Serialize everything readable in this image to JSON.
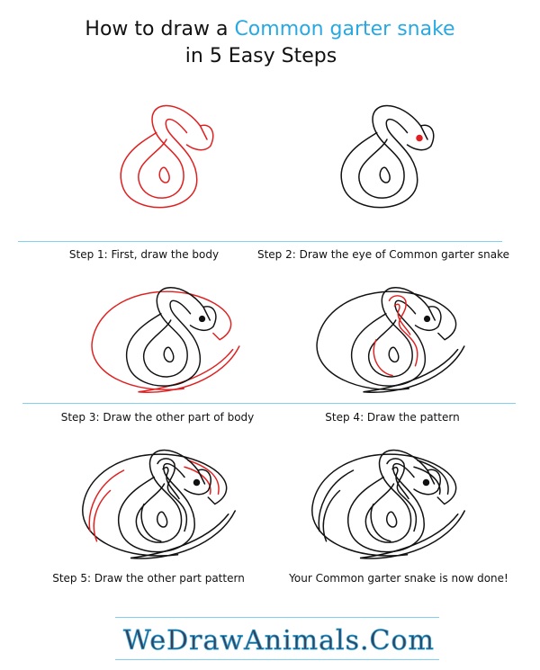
{
  "title": {
    "prefix": "How to draw a ",
    "animal": "Common garter snake",
    "line2": "in 5 Easy Steps"
  },
  "steps": [
    {
      "caption": "Step 1: First, draw the body"
    },
    {
      "caption": "Step 2: Draw the eye of Common garter snake"
    },
    {
      "caption": "Step 3: Draw the other part of body"
    },
    {
      "caption": "Step 4: Draw the pattern"
    },
    {
      "caption": "Step 5: Draw the other part pattern"
    },
    {
      "caption": "Your Common garter snake is now done!"
    }
  ],
  "logo": {
    "text": "WeDrawAnimals.Com"
  },
  "colors": {
    "accent": "#29a9e1",
    "new_stroke": "#e02020",
    "line": "#111111"
  }
}
